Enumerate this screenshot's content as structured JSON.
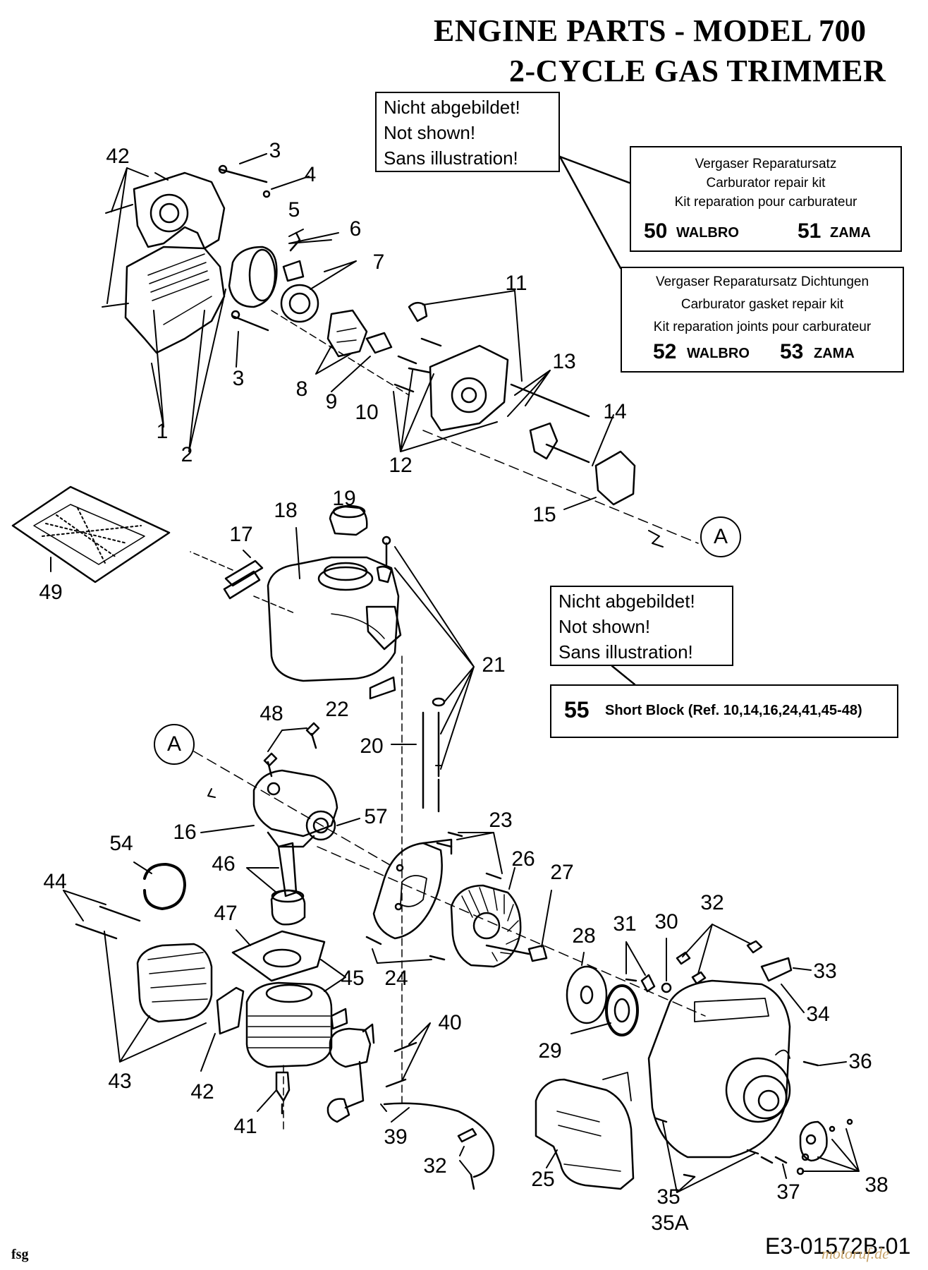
{
  "title": {
    "line1": "ENGINE PARTS - MODEL 700",
    "line2": "2-CYCLE GAS TRIMMER"
  },
  "not_shown_box_1": [
    "Nicht abgebildet!",
    "Not shown!",
    "Sans illustration!"
  ],
  "not_shown_box_2": [
    "Nicht abgebildet!",
    "Not shown!",
    "Sans illustration!"
  ],
  "carburetor_repair_kit": {
    "lines": [
      "Vergaser Reparatursatz",
      "Carburator repair kit",
      "Kit reparation pour carburateur"
    ],
    "part_a": "50",
    "brand_a": "WALBRO",
    "part_b": "51",
    "brand_b": "ZAMA"
  },
  "carburetor_gasket_kit": {
    "lines": [
      "Vergaser Reparatursatz Dichtungen",
      "Carburator gasket repair kit",
      "Kit reparation joints pour carburateur"
    ],
    "part_a": "52",
    "brand_a": "WALBRO",
    "part_b": "53",
    "brand_b": "ZAMA"
  },
  "short_block": {
    "number": "55",
    "text": "Short Block (Ref. 10,14,16,24,41,45-48)"
  },
  "connector_label": "A",
  "callouts": {
    "c42_top": "42",
    "c3_top": "3",
    "c4": "4",
    "c5": "5",
    "c6": "6",
    "c7": "7",
    "c3_bot": "3",
    "c8": "8",
    "c9": "9",
    "c10": "10",
    "c1": "1",
    "c2": "2",
    "c11": "11",
    "c13": "13",
    "c14": "14",
    "c12": "12",
    "c15": "15",
    "c19": "19",
    "c18": "18",
    "c17": "17",
    "c49": "49",
    "c21": "21",
    "c22": "22",
    "c48": "48",
    "c20": "20",
    "c16": "16",
    "c57": "57",
    "c54": "54",
    "c46": "46",
    "c44": "44",
    "c23": "23",
    "c26": "26",
    "c27": "27",
    "c47": "47",
    "c45": "45",
    "c24": "24",
    "c28": "28",
    "c31": "31",
    "c30": "30",
    "c32_right": "32",
    "c33": "33",
    "c34": "34",
    "c40": "40",
    "c29": "29",
    "c36": "36",
    "c43": "43",
    "c42_bot": "42",
    "c41": "41",
    "c39": "39",
    "c32_bot": "32",
    "c25": "25",
    "c35": "35",
    "c35a": "35A",
    "c37": "37",
    "c38": "38"
  },
  "footer": {
    "left_code": "fsg",
    "drawing_number": "E3-01572B-01",
    "watermark": "motoruf.de"
  }
}
